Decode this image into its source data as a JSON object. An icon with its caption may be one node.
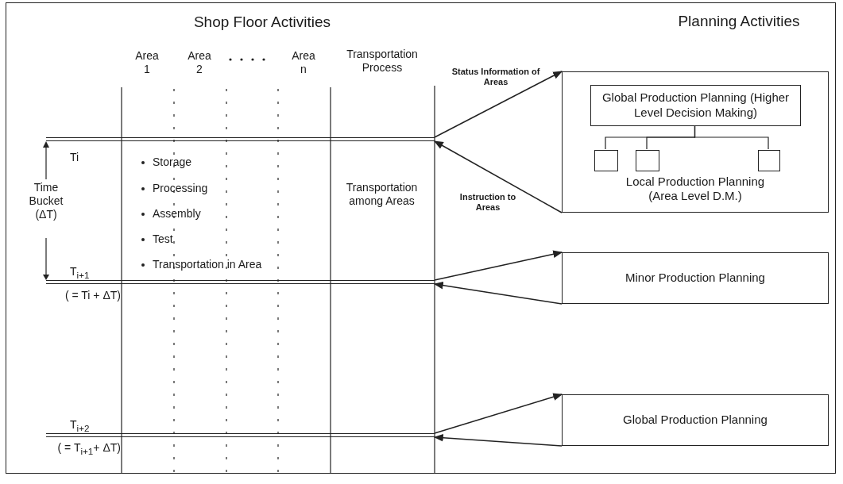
{
  "diagram": {
    "nodes": [
      {
        "text": [
          "Local Production Planning (Area Level D.M.)"
        ]
      },
      {
        "text": [
          "Global Production Planning (Higher Level Decision Making)"
        ],
        "in": 0
      },
      {
        "text": [],
        "shape": "box",
        "in": 0
      },
      {
        "text": [],
        "shape": "box",
        "in": 0
      },
      {
        "text": [],
        "shape": "box",
        "in": 0
      },
      {
        "text": [
          "Minor Production Planning"
        ]
      },
      {
        "text": [
          "Global Production Planning"
        ]
      },
      {
        "text": [],
        "shape": "bar",
        "beside": [
          "Ti"
        ]
      },
      {
        "text": [],
        "shape": "bar",
        "beside": [
          "T$_{i+1}$",
          "( = Ti + ΔT)"
        ]
      },
      {
        "text": [],
        "shape": "bar",
        "beside": [
          "T$_{i+2}$",
          "( = T$_{i+1}$+ ΔT)"
        ]
      }
    ],
    "edges": [
      {
        "from": 7,
        "to": 0,
        "arrow": "to",
        "label": "Status Information of Areas"
      },
      {
        "from": 0,
        "to": 7,
        "arrow": "to",
        "label": "Instruction to Areas"
      },
      {
        "from": 8,
        "to": 5,
        "arrow": "to"
      },
      {
        "from": 5,
        "to": 8,
        "arrow": "to"
      },
      {
        "from": 9,
        "to": 6,
        "arrow": "to"
      },
      {
        "from": 6,
        "to": 9,
        "arrow": "to"
      },
      {
        "from": 1,
        "to": 2,
        "arrow": "none"
      },
      {
        "from": 1,
        "to": 3,
        "arrow": "none"
      },
      {
        "from": 1,
        "to": 4,
        "arrow": "none"
      }
    ],
    "labels": [
      "Shop Floor Activities",
      "Planning Activities",
      "Area 1",
      "Area 2",
      "Area n",
      "Transportation Process",
      "Storage",
      "Time Bucket (ΔT)",
      "Processing",
      "Transportation among Areas",
      "Assembly",
      "Test",
      "Transportation in Area"
    ]
  }
}
